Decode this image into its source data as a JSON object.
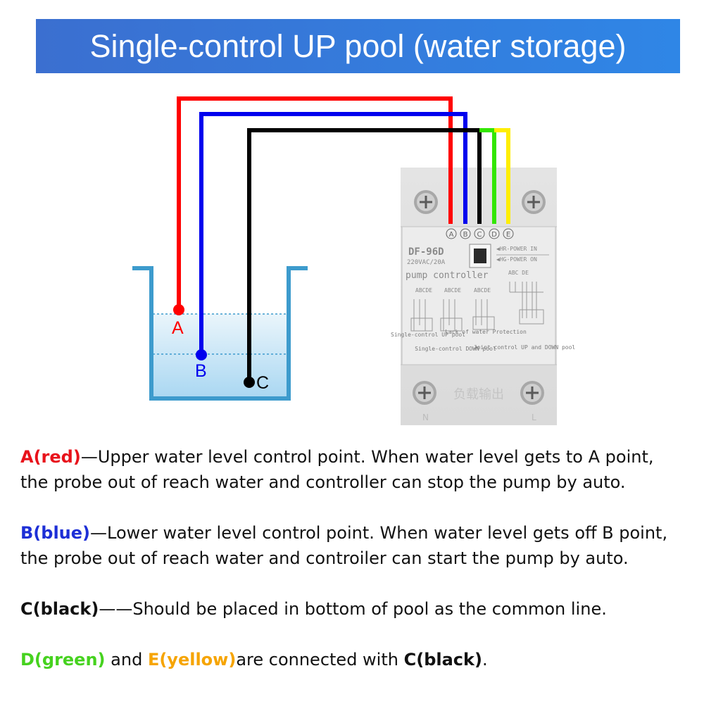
{
  "title": "Single-control UP pool (water storage)",
  "colors": {
    "red": "#ff0000",
    "blue": "#0000ee",
    "black": "#000000",
    "green": "#33e600",
    "yellow": "#ffee00",
    "tank": "#3b9ed0",
    "banner": "#2f7fe0"
  },
  "probe_labels": {
    "a": "A",
    "b": "B",
    "c": "C"
  },
  "device": {
    "model": "DF-96D",
    "rating": "220VAC/20A",
    "name": "pump controller",
    "terminal_labels": [
      "A",
      "B",
      "C",
      "D",
      "E"
    ],
    "indicator_power_in": "◀HR-POWER IN",
    "indicator_power_on": "◀HG-POWER ON",
    "abc_de": "ABC DE",
    "abcde_1": "ABCDE",
    "abcde_2": "ABCDE",
    "abcde_3": "ABCDE",
    "mode_up": "Single-control UP pool",
    "mode_lack": "Lack of water Protection",
    "mode_down": "Single-control DOWN pool",
    "mode_joint": "Joint control UP and DOWN pool",
    "output_cn": "负载输出",
    "bottom_n": "N",
    "bottom_l": "L"
  },
  "descriptions": {
    "a_label": "A(red)",
    "a_line1": "—Upper water level control point. When water level gets to A point,",
    "a_line2": "the probe out of reach water and controller can stop the pump by auto.",
    "b_label": "B(blue)",
    "b_line1": "—Lower water level control point. When water level gets off B point,",
    "b_line2": "the probe out of reach water and controiler can start the pump by auto.",
    "c_label": "C(black)",
    "c_line1": "——Should be placed in bottom of pool as the common line.",
    "d_label": "D(green)",
    "d_and": " and ",
    "e_label": "E(yellow)",
    "e_rest": "are connected with ",
    "c_ref": "C(black)",
    "period": "."
  }
}
